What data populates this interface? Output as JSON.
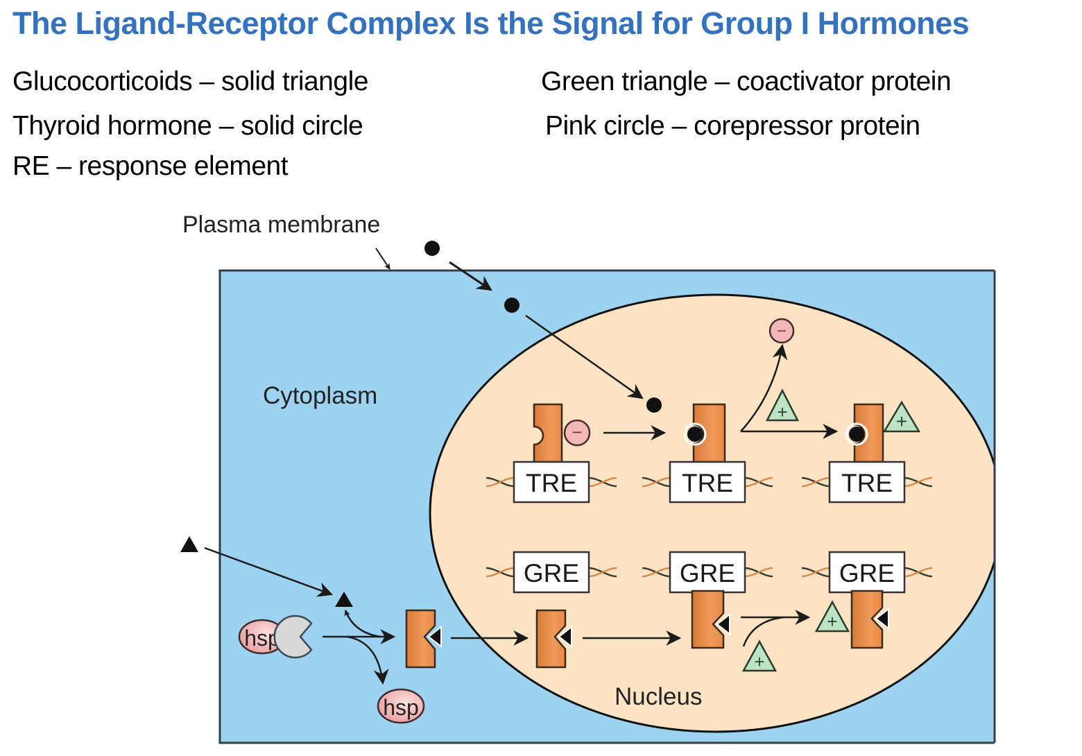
{
  "title": "The Ligand-Receptor Complex Is the Signal for Group I Hormones",
  "legend": {
    "left": [
      "Glucocorticoids – solid triangle",
      "Thyroid hormone – solid circle",
      "RE – response element"
    ],
    "right": [
      "Green triangle – coactivator protein",
      "Pink circle – corepressor protein"
    ]
  },
  "diagram": {
    "labels": {
      "plasma_membrane": "Plasma membrane",
      "cytoplasm": "Cytoplasm",
      "nucleus": "Nucleus"
    },
    "response_elements": {
      "thyroid": [
        "TRE",
        "TRE",
        "TRE"
      ],
      "glucocorticoid": [
        "GRE",
        "GRE",
        "GRE"
      ]
    },
    "heat_shock_protein": [
      "hsp",
      "hsp"
    ],
    "coactivator_symbol": "+",
    "corepressor_symbol": "−",
    "colors": {
      "title": "#3472bf",
      "cytoplasm": "#9dd3f1",
      "nucleus": "#fbe3c4",
      "receptor": "#e98e4b",
      "coactivator": "#bde3c6",
      "corepressor": "#f2b8b8",
      "hsp": "#f0a9a9",
      "hsp_binding": "#d8d8d8"
    }
  }
}
